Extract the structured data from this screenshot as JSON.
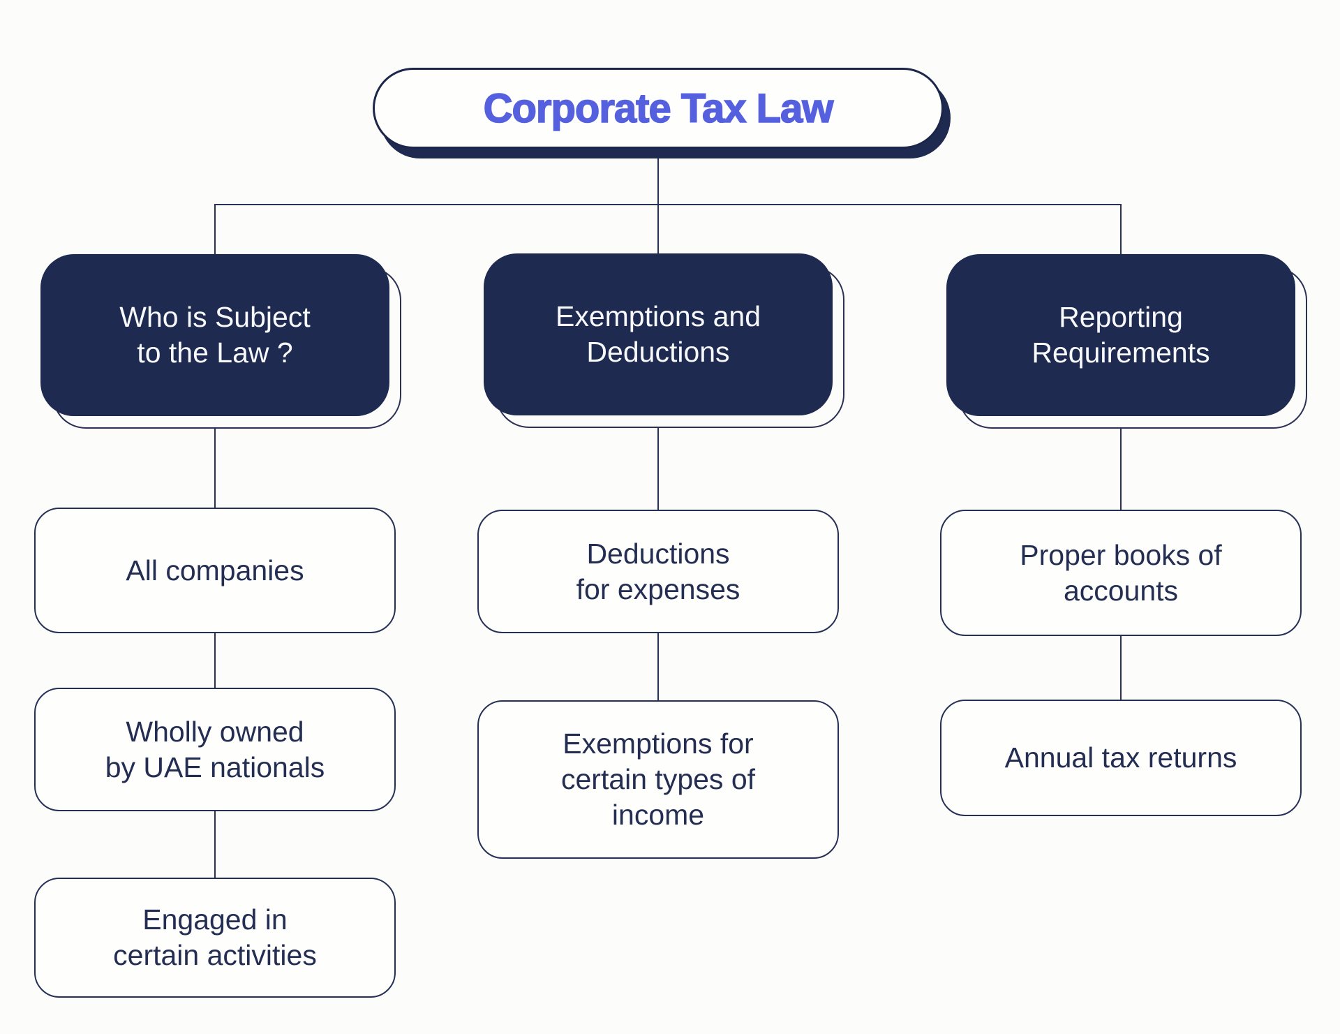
{
  "diagram": {
    "title": "Corporate Tax Law",
    "colors": {
      "background": "#fcfcfa",
      "navy_fill": "#1e2a4f",
      "accent_blue": "#5560df",
      "connector_line": "#2a3156",
      "body_text": "#242e52"
    },
    "columns": [
      {
        "header": "Who is Subject\nto the Law ?",
        "children": [
          "All companies",
          "Wholly owned\nby UAE nationals",
          "Engaged in\ncertain activities"
        ]
      },
      {
        "header": "Exemptions and\nDeductions",
        "children": [
          "Deductions\nfor expenses",
          "Exemptions for\ncertain types of\nincome"
        ]
      },
      {
        "header": "Reporting\nRequirements",
        "children": [
          "Proper books of\naccounts",
          "Annual tax returns"
        ]
      }
    ]
  }
}
